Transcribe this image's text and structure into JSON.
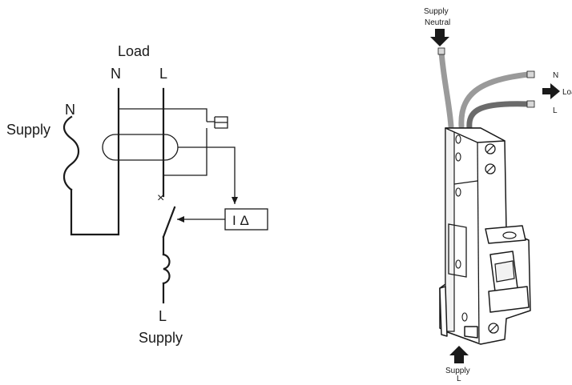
{
  "schematic": {
    "load_label": "Load",
    "load_n": "N",
    "load_l": "L",
    "supply_n": "N",
    "supply_left": "Supply",
    "supply_bottom_l": "L",
    "supply_bottom": "Supply",
    "rcd_symbol": "I Δ"
  },
  "device": {
    "supply_neutral_line1": "Supply",
    "supply_neutral_line2": "Neutral",
    "out_n": "N",
    "out_load": "Load",
    "out_l": "L",
    "supply_bottom_line1": "Supply",
    "supply_bottom_line2": "L"
  },
  "colors": {
    "line": "#1a1a1a",
    "wire_light": "#9a9a9a",
    "wire_dark": "#6b6b6b"
  }
}
